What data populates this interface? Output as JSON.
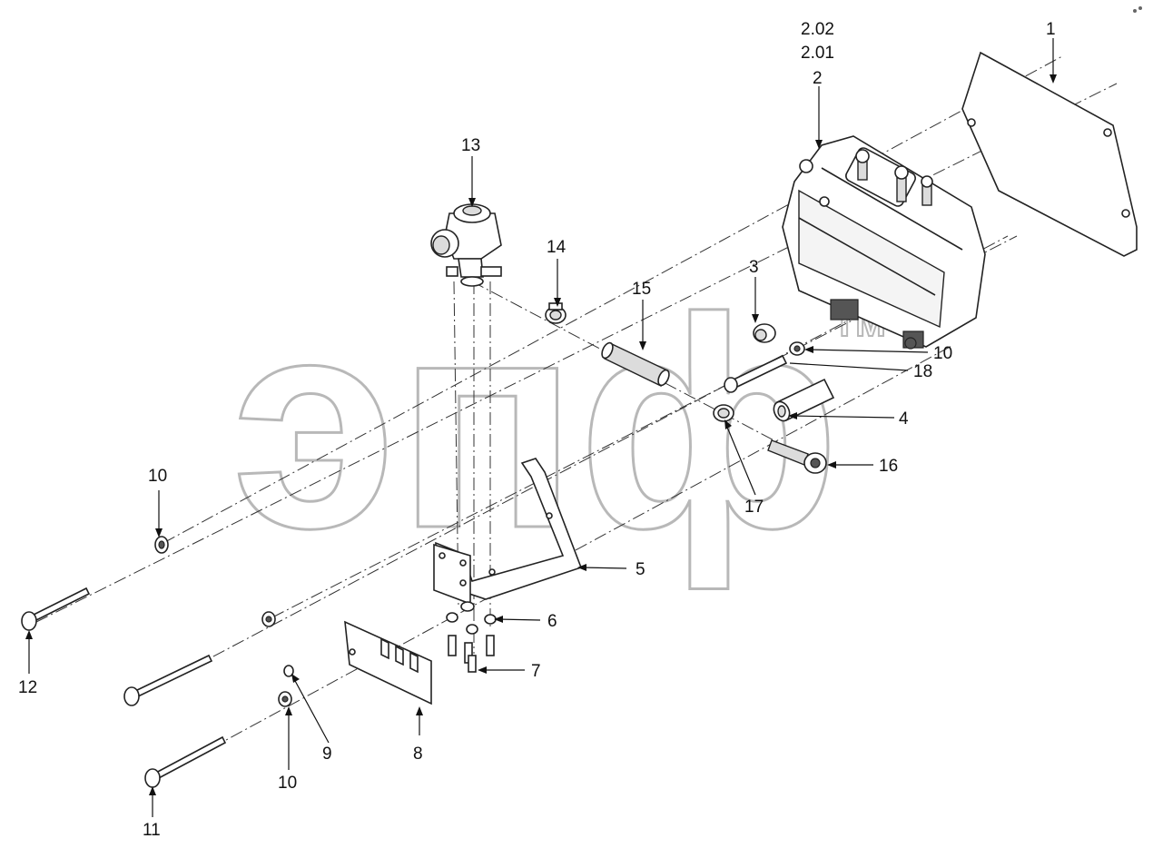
{
  "diagram": {
    "watermark": {
      "text": "эпф",
      "tm": "TM"
    },
    "callouts": [
      {
        "id": "c-1",
        "label": "1"
      },
      {
        "id": "c-2",
        "label": "2"
      },
      {
        "id": "c-2-01",
        "label": "2.01"
      },
      {
        "id": "c-2-02",
        "label": "2.02"
      },
      {
        "id": "c-3",
        "label": "3"
      },
      {
        "id": "c-4",
        "label": "4"
      },
      {
        "id": "c-5",
        "label": "5"
      },
      {
        "id": "c-6",
        "label": "6"
      },
      {
        "id": "c-7",
        "label": "7"
      },
      {
        "id": "c-8",
        "label": "8"
      },
      {
        "id": "c-9",
        "label": "9"
      },
      {
        "id": "c-10a",
        "label": "10"
      },
      {
        "id": "c-10b",
        "label": "10"
      },
      {
        "id": "c-10c",
        "label": "10"
      },
      {
        "id": "c-11",
        "label": "11"
      },
      {
        "id": "c-12",
        "label": "12"
      },
      {
        "id": "c-13",
        "label": "13"
      },
      {
        "id": "c-14",
        "label": "14"
      },
      {
        "id": "c-15",
        "label": "15"
      },
      {
        "id": "c-16",
        "label": "16"
      },
      {
        "id": "c-17",
        "label": "17"
      },
      {
        "id": "c-18",
        "label": "18"
      }
    ]
  }
}
